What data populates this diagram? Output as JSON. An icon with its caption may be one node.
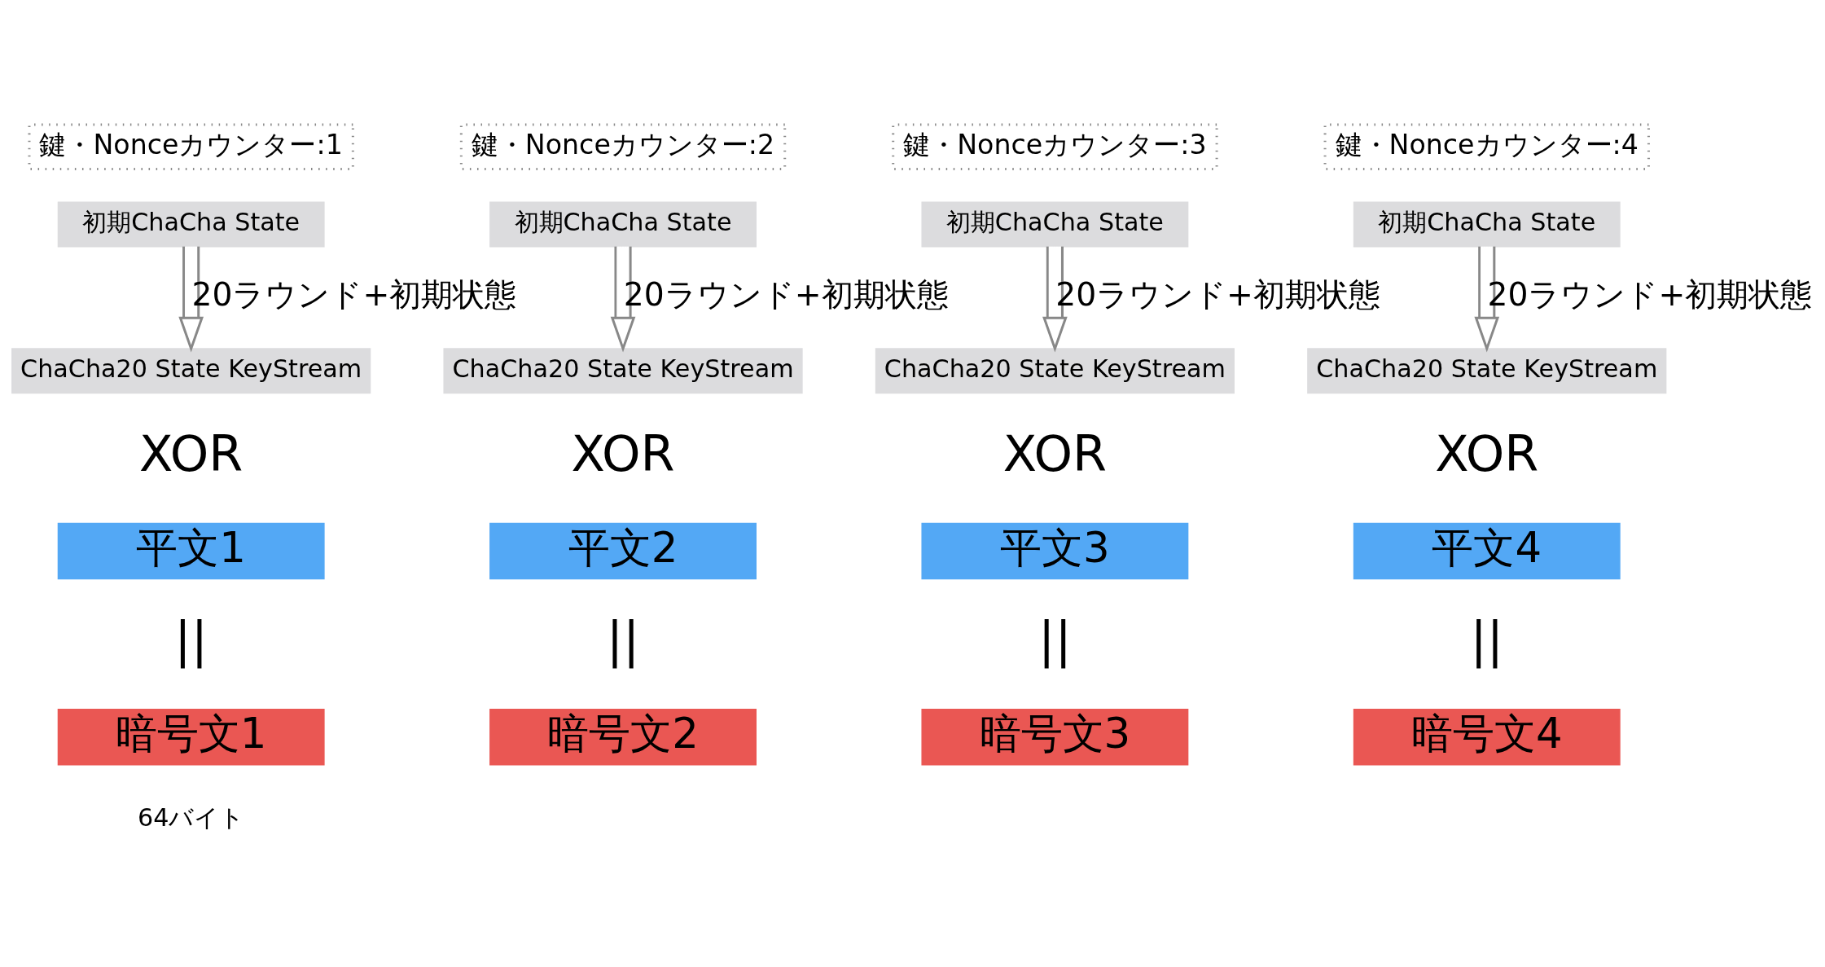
{
  "diagram": {
    "nodes": [
      {
        "text": [
          "鍵・Nonceカウンター:1"
        ]
      },
      {
        "text": [
          "初期ChaCha State"
        ]
      },
      {
        "text": [
          "ChaCha20 State KeyStream"
        ]
      },
      {
        "text": [
          "平文1"
        ]
      },
      {
        "text": [
          "暗号文1"
        ]
      },
      {
        "text": [
          "鍵・Nonceカウンター:2"
        ]
      },
      {
        "text": [
          "初期ChaCha State"
        ]
      },
      {
        "text": [
          "ChaCha20 State KeyStream"
        ]
      },
      {
        "text": [
          "平文2"
        ]
      },
      {
        "text": [
          "暗号文2"
        ]
      },
      {
        "text": [
          "鍵・Nonceカウンター:3"
        ]
      },
      {
        "text": [
          "初期ChaCha State"
        ]
      },
      {
        "text": [
          "ChaCha20 State KeyStream"
        ]
      },
      {
        "text": [
          "平文3"
        ]
      },
      {
        "text": [
          "暗号文3"
        ]
      },
      {
        "text": [
          "鍵・Nonceカウンター:4"
        ]
      },
      {
        "text": [
          "初期ChaCha State"
        ]
      },
      {
        "text": [
          "ChaCha20 State KeyStream"
        ]
      },
      {
        "text": [
          "平文4"
        ]
      },
      {
        "text": [
          "暗号文4"
        ]
      }
    ],
    "edges": [
      {
        "from": 1,
        "to": 2,
        "arrow": "to",
        "label": "20ラウンド+初期状態"
      },
      {
        "from": 6,
        "to": 7,
        "arrow": "to",
        "label": "20ラウンド+初期状態"
      },
      {
        "from": 11,
        "to": 12,
        "arrow": "to",
        "label": "20ラウンド+初期状態"
      },
      {
        "from": 16,
        "to": 17,
        "arrow": "to",
        "label": "20ラウンド+初期状態"
      }
    ],
    "labels": [
      "XOR",
      "XOR",
      "XOR",
      "XOR",
      "||",
      "||",
      "||",
      "||",
      "64バイト"
    ]
  }
}
